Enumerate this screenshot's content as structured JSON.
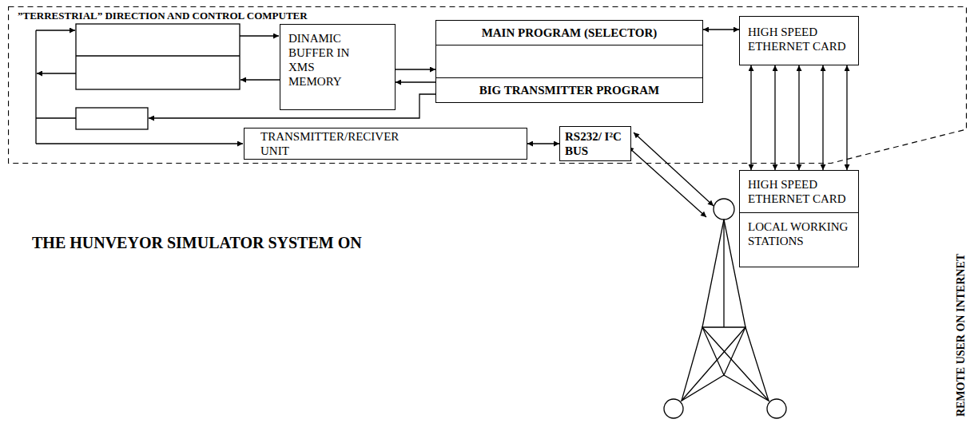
{
  "diagram": {
    "title": "THE HUNVEYOR SIMULATOR SYSTEM ON",
    "nodes": [
      {
        "text": [
          "”TERRESTRIAL” DIRECTION AND CONTROL COMPUTER"
        ]
      },
      {
        "text": [
          "DINAMIC BUFFER IN XMS MEMORY"
        ],
        "in": 0
      },
      {
        "text": [
          "MAIN PROGRAM (SELECTOR)",
          "BIG TRANSMITTER PROGRAM"
        ],
        "in": 0
      },
      {
        "text": [
          "HIGH SPEED ETHERNET CARD"
        ],
        "in": 0
      },
      {
        "text": [
          "TRANSMITTER/RECIVER UNIT"
        ],
        "in": 0
      },
      {
        "text": [
          "RS232/ I²C BUS"
        ],
        "in": 0
      },
      {
        "text": [
          "HIGH SPEED ETHERNET CARD",
          "LOCAL WORKING STATIONS"
        ]
      }
    ],
    "edges": [
      {
        "from": 1,
        "to": 2,
        "arrow": "to"
      },
      {
        "from": 2,
        "to": 1,
        "arrow": "to"
      },
      {
        "from": 2,
        "to": 3,
        "arrow": "both"
      },
      {
        "from": 3,
        "to": 6,
        "arrow": "both"
      },
      {
        "from": 3,
        "to": 6,
        "arrow": "both"
      },
      {
        "from": 3,
        "to": 6,
        "arrow": "both"
      },
      {
        "from": 3,
        "to": 6,
        "arrow": "both"
      },
      {
        "from": 3,
        "to": 6,
        "arrow": "both"
      },
      {
        "from": 4,
        "to": 5,
        "arrow": "both"
      }
    ],
    "labels": [
      "REMOTE USER ON INTERNET"
    ]
  }
}
